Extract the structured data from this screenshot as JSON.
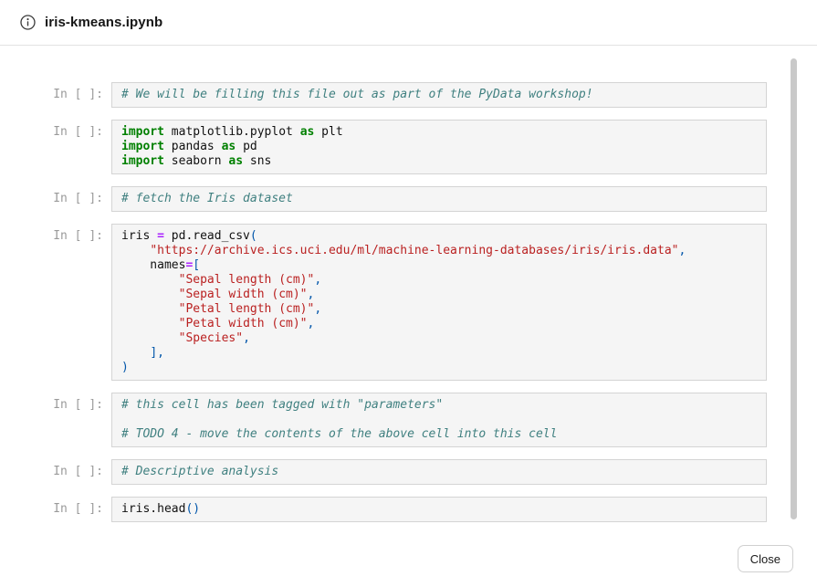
{
  "header": {
    "title": "iris-kmeans.ipynb",
    "info_icon": "info-circle"
  },
  "footer": {
    "close_label": "Close"
  },
  "prompt_label": "In [ ]:",
  "colors": {
    "keyword": "#008000",
    "comment": "#408080",
    "string": "#BA2121",
    "operator": "#AA22FF",
    "punctuation": "#0055AA",
    "cell_background": "#F5F5F5",
    "cell_border": "#D4D4D4",
    "prompt_text": "#9A9A9A"
  },
  "cells": [
    {
      "lines": [
        [
          [
            "cm",
            "# We will be filling this file out as part of the PyData workshop!"
          ]
        ]
      ]
    },
    {
      "lines": [
        [
          [
            "kw",
            "import"
          ],
          [
            "txt",
            " matplotlib.pyplot "
          ],
          [
            "kw",
            "as"
          ],
          [
            "txt",
            " plt"
          ]
        ],
        [
          [
            "kw",
            "import"
          ],
          [
            "txt",
            " pandas "
          ],
          [
            "kw",
            "as"
          ],
          [
            "txt",
            " pd"
          ]
        ],
        [
          [
            "kw",
            "import"
          ],
          [
            "txt",
            " seaborn "
          ],
          [
            "kw",
            "as"
          ],
          [
            "txt",
            " sns"
          ]
        ]
      ]
    },
    {
      "lines": [
        [
          [
            "cm",
            "# fetch the Iris dataset"
          ]
        ]
      ]
    },
    {
      "lines": [
        [
          [
            "txt",
            "iris "
          ],
          [
            "op",
            "="
          ],
          [
            "txt",
            " pd.read_csv"
          ],
          [
            "p",
            "("
          ]
        ],
        [
          [
            "txt",
            "    "
          ],
          [
            "str",
            "\"https://archive.ics.uci.edu/ml/machine-learning-databases/iris/iris.data\""
          ],
          [
            "p",
            ","
          ]
        ],
        [
          [
            "txt",
            "    names"
          ],
          [
            "op",
            "="
          ],
          [
            "p",
            "["
          ]
        ],
        [
          [
            "txt",
            "        "
          ],
          [
            "str",
            "\"Sepal length (cm)\""
          ],
          [
            "p",
            ","
          ]
        ],
        [
          [
            "txt",
            "        "
          ],
          [
            "str",
            "\"Sepal width (cm)\""
          ],
          [
            "p",
            ","
          ]
        ],
        [
          [
            "txt",
            "        "
          ],
          [
            "str",
            "\"Petal length (cm)\""
          ],
          [
            "p",
            ","
          ]
        ],
        [
          [
            "txt",
            "        "
          ],
          [
            "str",
            "\"Petal width (cm)\""
          ],
          [
            "p",
            ","
          ]
        ],
        [
          [
            "txt",
            "        "
          ],
          [
            "str",
            "\"Species\""
          ],
          [
            "p",
            ","
          ]
        ],
        [
          [
            "txt",
            "    "
          ],
          [
            "p",
            "],"
          ]
        ],
        [
          [
            "p",
            ")"
          ]
        ]
      ]
    },
    {
      "lines": [
        [
          [
            "cm",
            "# this cell has been tagged with \"parameters\""
          ]
        ],
        [],
        [
          [
            "cm",
            "# TODO 4 - move the contents of the above cell into this cell"
          ]
        ]
      ]
    },
    {
      "lines": [
        [
          [
            "cm",
            "# Descriptive analysis"
          ]
        ]
      ]
    },
    {
      "lines": [
        [
          [
            "txt",
            "iris.head"
          ],
          [
            "p",
            "()"
          ]
        ]
      ]
    }
  ]
}
